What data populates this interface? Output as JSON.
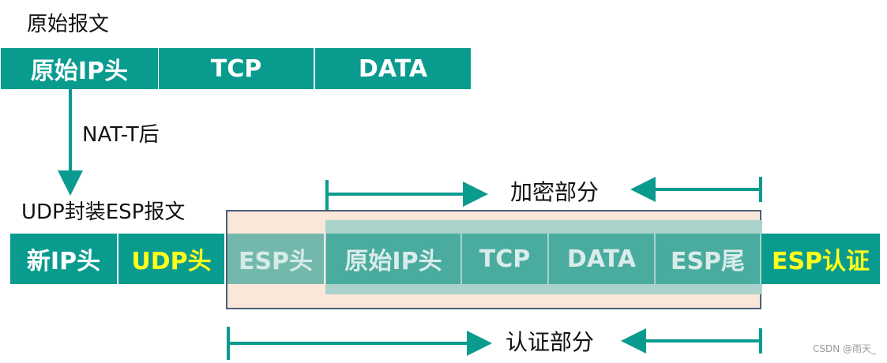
{
  "titles": {
    "original_packet": "原始报文",
    "nat_t": "NAT-T后",
    "udp_esp_packet": "UDP封装ESP报文"
  },
  "original_fields": [
    "原始IP头",
    "TCP",
    "DATA"
  ],
  "new_fields": [
    "新IP头",
    "UDP头",
    "ESP头",
    "原始IP头",
    "TCP",
    "DATA",
    "ESP尾",
    "ESP认证"
  ],
  "ranges": {
    "encrypted": "加密部分",
    "authenticated": "认证部分"
  },
  "watermark": "CSDN @雨天_",
  "colors": {
    "teal": "#0a9b8f",
    "highlight_yellow": "#ffff1a",
    "peach": "#fbe6da",
    "light_teal": "#a9d3cb",
    "box_border": "#4a5f7a"
  }
}
